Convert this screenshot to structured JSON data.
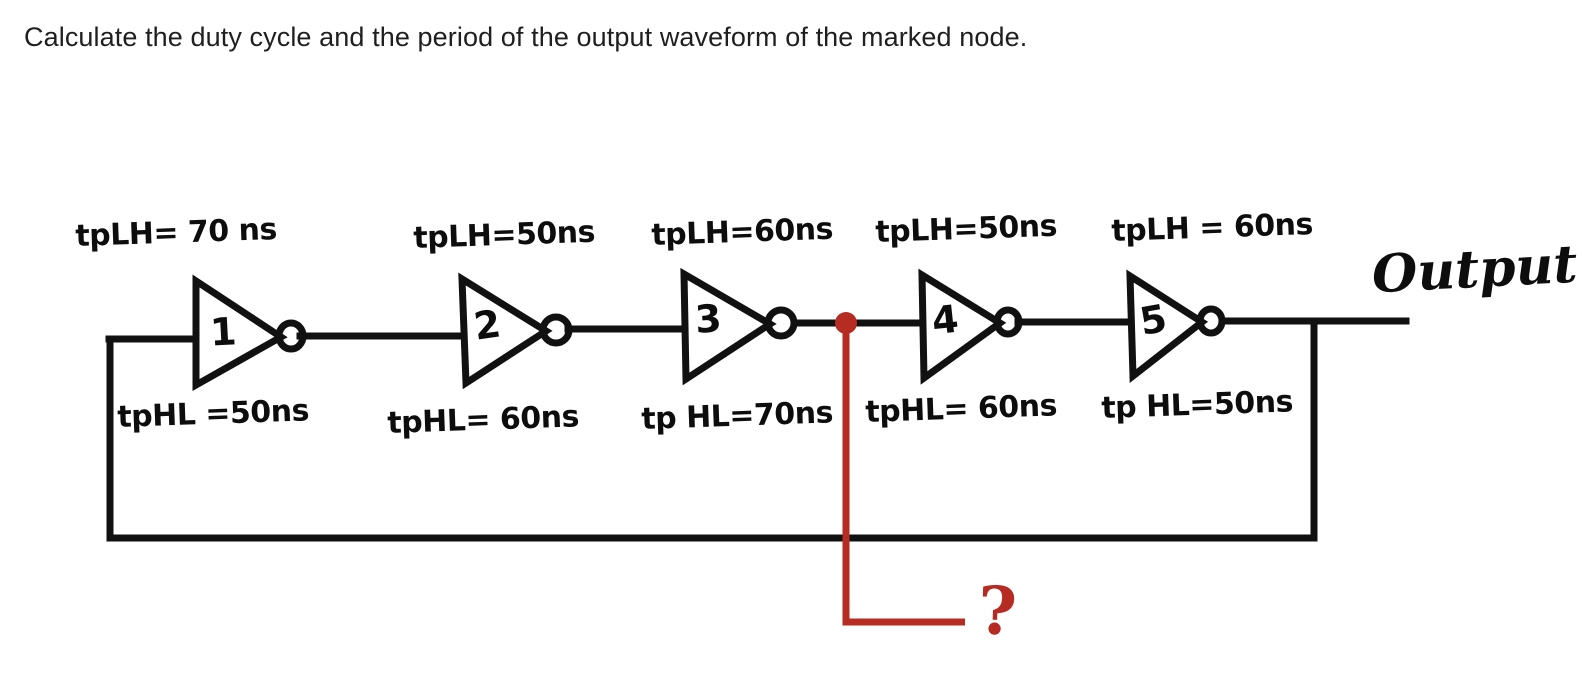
{
  "question": {
    "text": "Calculate the duty cycle and the period of the output waveform of the marked node."
  },
  "diagram": {
    "type": "ring-oscillator-schematic",
    "output_label": "Output",
    "marked_node_label": "?",
    "colors": {
      "wire": "#111111",
      "marker": "#b62b22",
      "text": "#1f1f1f"
    },
    "inverters": [
      {
        "number": "1",
        "tplh": "tpLH= 70 ns",
        "tphl": "tpHL =50ns"
      },
      {
        "number": "2",
        "tplh": "tpLH=50ns",
        "tphl": "tpHL= 60ns"
      },
      {
        "number": "3",
        "tplh": "tpLH=60ns",
        "tphl": "tp HL=70ns"
      },
      {
        "number": "4",
        "tplh": "tpLH=50ns",
        "tphl": "tpHL= 60ns"
      },
      {
        "number": "5",
        "tplh": "tpLH = 60ns",
        "tphl": "tp HL=50ns"
      }
    ]
  },
  "chart_data": {
    "type": "diagram",
    "title": "Five-stage inverter ring oscillator",
    "stages": [
      {
        "stage": 1,
        "tpLH_ns": 70,
        "tpHL_ns": 50
      },
      {
        "stage": 2,
        "tpLH_ns": 50,
        "tpHL_ns": 60
      },
      {
        "stage": 3,
        "tpLH_ns": 60,
        "tpHL_ns": 70
      },
      {
        "stage": 4,
        "tpLH_ns": 50,
        "tpHL_ns": 60
      },
      {
        "stage": 5,
        "tpLH_ns": 60,
        "tpHL_ns": 50
      }
    ],
    "marked_node_after_stage": 3,
    "feedback": "output of stage 5 routed back to input of stage 1"
  }
}
